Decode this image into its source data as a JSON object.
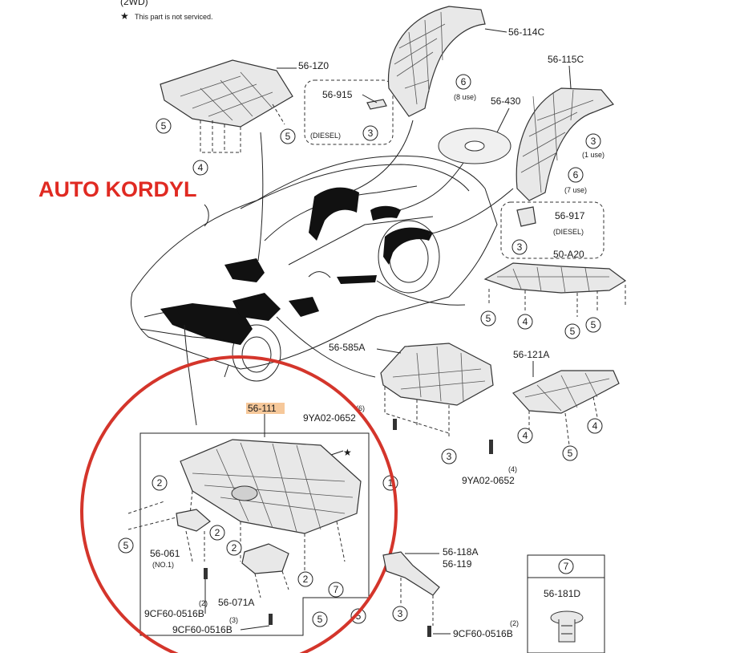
{
  "header": {
    "model_note": "(2WD)",
    "legend_symbol": "★",
    "legend_text": "This part is not serviced."
  },
  "watermark": {
    "text": "AUTO KORDYL",
    "color": "#e02a22"
  },
  "highlight": {
    "circle_color": "#d4352b",
    "part_highlight_color": "#f6c89a"
  },
  "parts": {
    "p56_114C": "56-114C",
    "p56_115C": "56-115C",
    "p56_1Z0": "56-1Z0",
    "p56_915": "56-915",
    "diesel_a": "(DIESEL)",
    "p56_430": "56-430",
    "p56_917": "56-917",
    "diesel_b": "(DIESEL)",
    "p50_A20": "50-A20",
    "p56_585A": "56-585A",
    "p56_121A": "56-121A",
    "p56_111": "56-111",
    "bolt_9YA02_a": "9YA02-0652",
    "bolt_9YA02_b": "9YA02-0652",
    "p56_061": "56-061",
    "no1": "(NO.1)",
    "p56_071A": "56-071A",
    "bolt_9CF60_a": "9CF60-0516B",
    "bolt_9CF60_b": "9CF60-0516B",
    "bolt_9CF60_c": "9CF60-0516B",
    "p56_118A": "56-118A",
    "p56_119": "56-119",
    "p56_181D": "56-181D"
  },
  "quantities": {
    "q6_8": "(8 use)",
    "q3_1": "(1 use)",
    "q6_7": "(7 use)",
    "q_9ya_a": "(6)",
    "q_9ya_b": "(4)",
    "q_9cf_a": "(2)",
    "q_9cf_b": "(3)",
    "q_9cf_c": "(2)"
  },
  "callouts": {
    "c3": "3",
    "c4": "4",
    "c5": "5",
    "c2": "2",
    "c6": "6",
    "c7": "7",
    "c1": "1"
  }
}
